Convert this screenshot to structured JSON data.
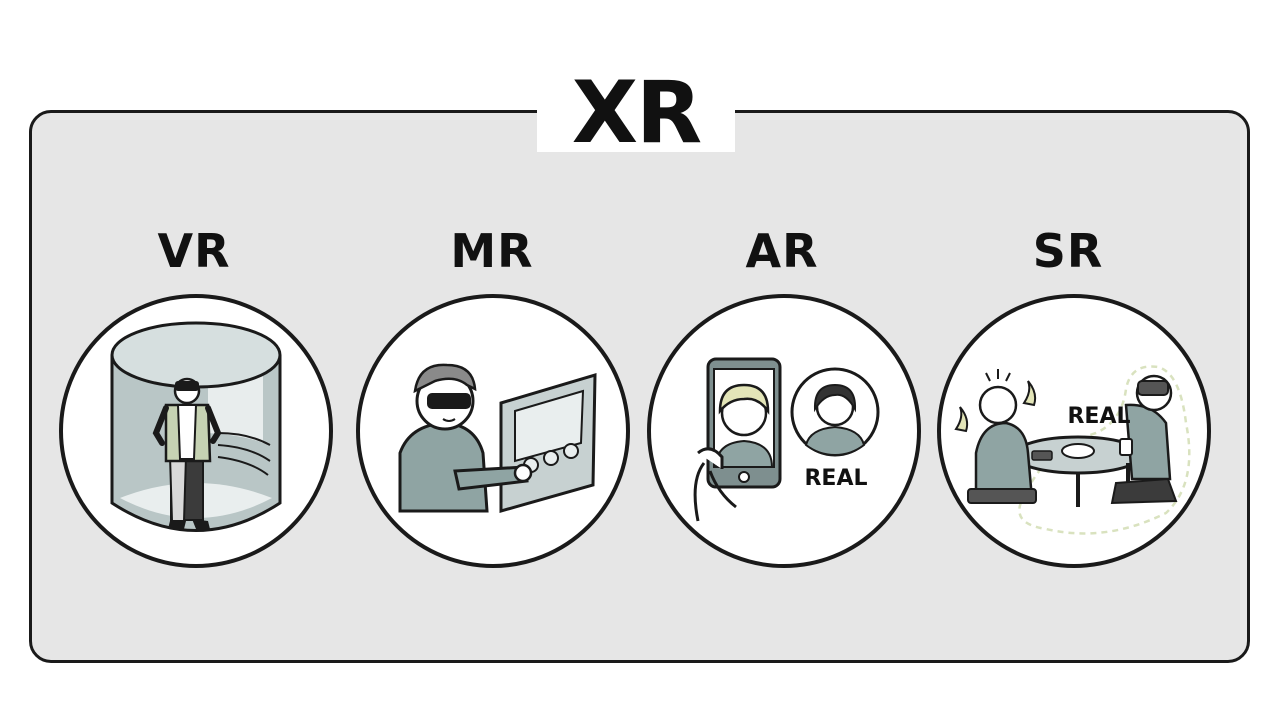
{
  "title": "XR",
  "categories": [
    {
      "label": "VR"
    },
    {
      "label": "MR"
    },
    {
      "label": "AR",
      "tag": "REAL"
    },
    {
      "label": "SR",
      "tag": "REAL"
    }
  ],
  "colors": {
    "panel": "#e6e6e6",
    "stroke": "#1a1a1a",
    "figure_gray": "#8fa4a3",
    "screen_gray": "#c7d1d1",
    "jacket_green": "#c6d2b3",
    "hair_blonde": "#e3e5b8"
  }
}
